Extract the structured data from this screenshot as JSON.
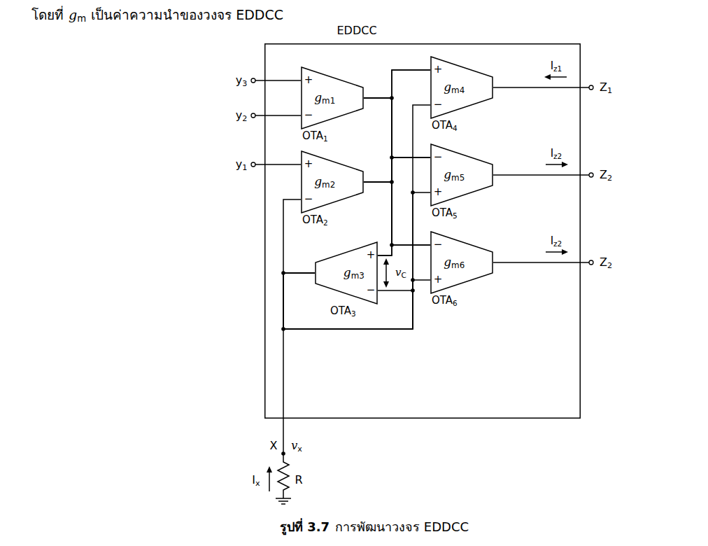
{
  "diagram": {
    "nodes": [
      {
        "text": [
          "EDDCC"
        ]
      },
      {
        "text": [
          "gm1",
          "OTA1"
        ],
        "in": 0
      },
      {
        "text": [
          "gm2",
          "OTA2"
        ],
        "in": 0
      },
      {
        "text": [
          "gm3",
          "OTA3"
        ],
        "in": 0
      },
      {
        "text": [
          "gm4",
          "OTA4"
        ],
        "in": 0
      },
      {
        "text": [
          "gm5",
          "OTA5"
        ],
        "in": 0
      },
      {
        "text": [
          "gm6",
          "OTA6"
        ],
        "in": 0
      }
    ],
    "edges": [
      {
        "from": 1,
        "to": 3,
        "arrow": "none"
      },
      {
        "from": 1,
        "to": 4,
        "arrow": "none"
      },
      {
        "from": 1,
        "to": 5,
        "arrow": "none"
      },
      {
        "from": 1,
        "to": 6,
        "arrow": "none"
      },
      {
        "from": 2,
        "to": 3,
        "arrow": "none"
      },
      {
        "from": 2,
        "to": 4,
        "arrow": "none"
      },
      {
        "from": 2,
        "to": 5,
        "arrow": "none"
      },
      {
        "from": 2,
        "to": 6,
        "arrow": "none"
      },
      {
        "from": 3,
        "to": 2,
        "arrow": "none"
      },
      {
        "from": 3,
        "to": 4,
        "arrow": "none"
      },
      {
        "from": 3,
        "to": 5,
        "arrow": "none"
      },
      {
        "from": 3,
        "to": 6,
        "arrow": "none"
      }
    ],
    "labels": [
      "โดยที่",
      "gm",
      "เป็นค่าความนำของวงจร EDDCC",
      "y3",
      "y2",
      "y1",
      "+",
      "−",
      "+",
      "−",
      "+",
      "−",
      "+",
      "−",
      "−",
      "+",
      "−",
      "+",
      "Iz1",
      "Z1",
      "Iz2",
      "Z2",
      "Iz2",
      "Z2",
      "vC",
      "X",
      "vx",
      "Ix",
      "R",
      "รูปที่ 3.7",
      "การพัฒนาวงจร EDDCC"
    ]
  }
}
